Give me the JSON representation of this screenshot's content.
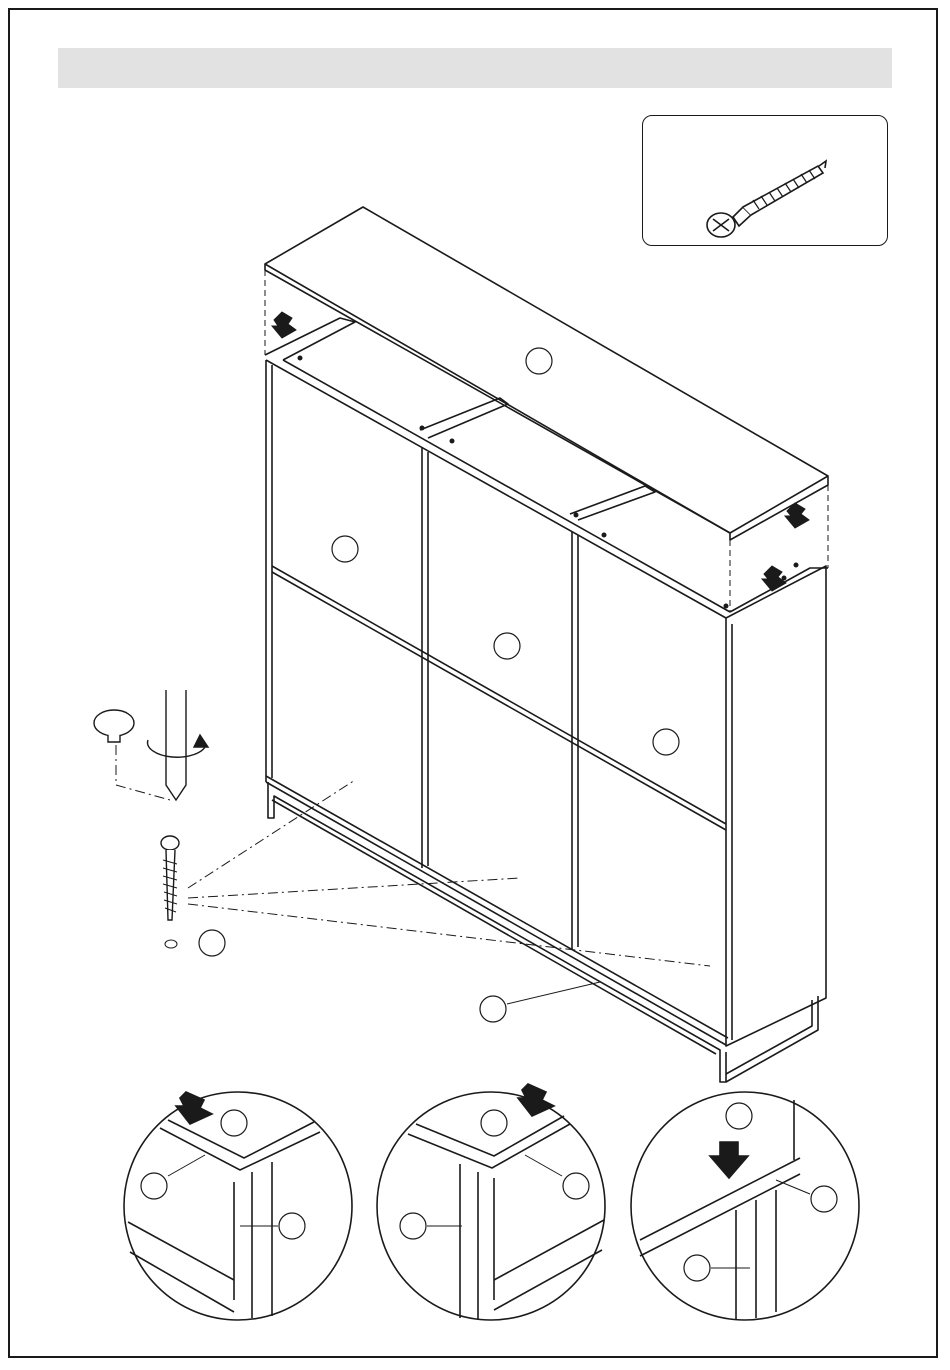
{
  "header": {
    "title": ""
  },
  "hardware": {
    "icon": "screw-icon"
  },
  "main_callouts": [
    {
      "id": "top-panel",
      "label": ""
    },
    {
      "id": "door-top-left",
      "label": ""
    },
    {
      "id": "door-top-middle",
      "label": ""
    },
    {
      "id": "door-top-right",
      "label": ""
    },
    {
      "id": "screw-group",
      "label": ""
    },
    {
      "id": "base-frame",
      "label": ""
    }
  ],
  "details": [
    {
      "id": "detail-left",
      "labels": [
        "",
        "",
        ""
      ]
    },
    {
      "id": "detail-middle",
      "labels": [
        "",
        "",
        ""
      ]
    },
    {
      "id": "detail-right",
      "labels": [
        "",
        "",
        ""
      ]
    }
  ],
  "colors": {
    "line": "#1a1a1a",
    "header_fill": "#e2e2e2",
    "background": "#ffffff"
  }
}
